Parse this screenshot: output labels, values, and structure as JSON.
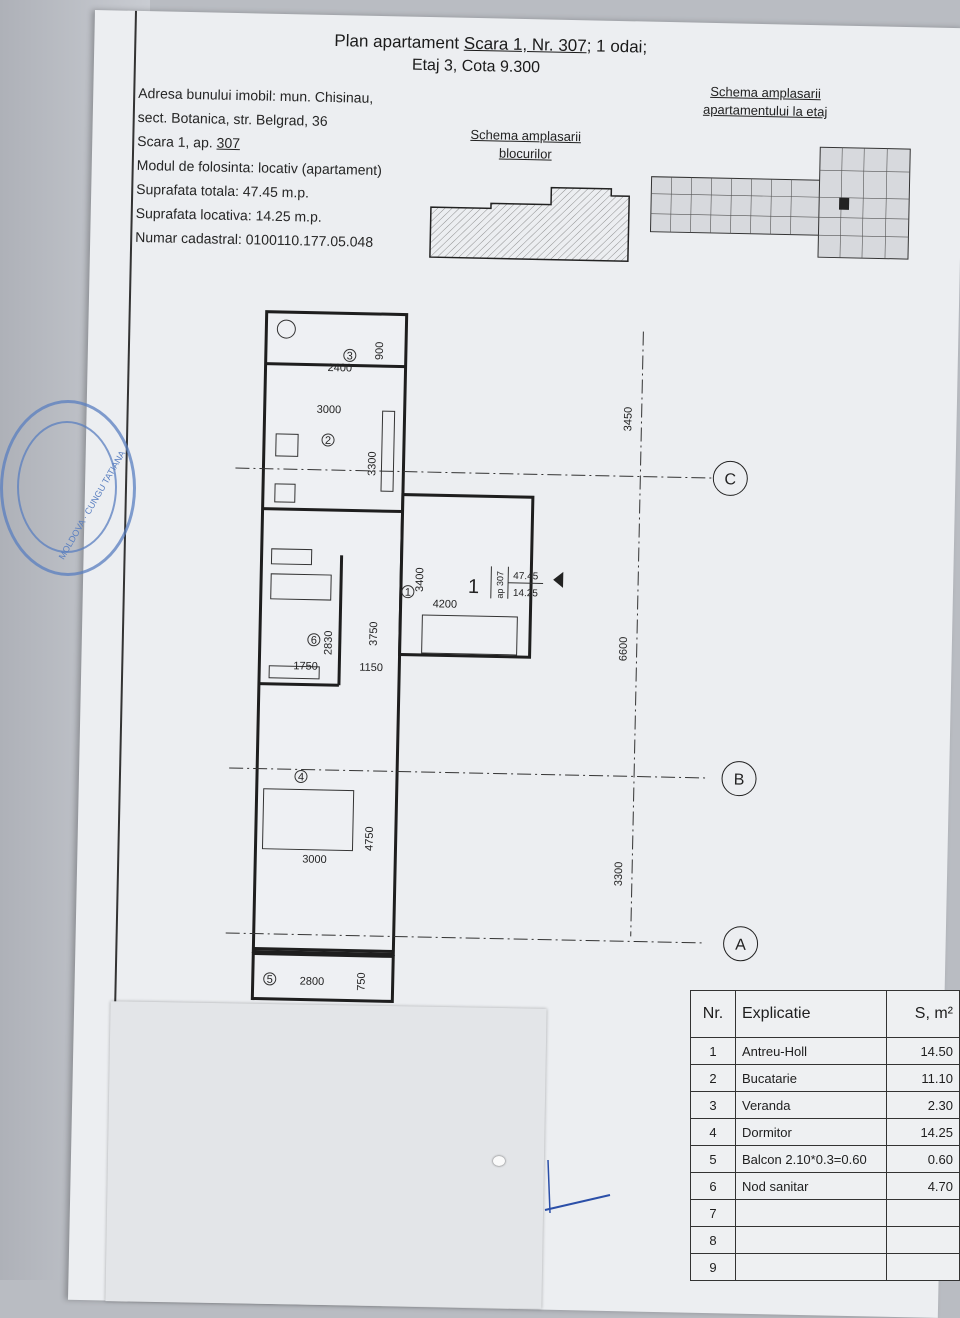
{
  "header": {
    "title_prefix": "Plan apartament",
    "title_detail": "Scara 1, Nr. 307",
    "title_suffix": "; 1 odai;",
    "subtitle": "Etaj 3, Cota 9.300"
  },
  "info": {
    "line1": "Adresa bunului imobil: mun. Chisinau,",
    "line2": "sect. Botanica, str. Belgrad, 36",
    "line3_prefix": "Scara 1, ap.",
    "line3_value": "307",
    "line4": "Modul de folosinta: locativ (apartament)",
    "line5": "Suprafata totala: 47.45 m.p.",
    "line6": "Suprafata locativa: 14.25 m.p.",
    "line7": "Numar cadastral: 0100110.177.05.048"
  },
  "schemes": {
    "blocks_line1": "Schema amplasarii",
    "blocks_line2": "blocurilor",
    "floor_line1": "Schema amplasarii",
    "floor_line2": "apartamentului la etaj"
  },
  "plan": {
    "dims": {
      "d2400": "2400",
      "d900": "900",
      "d3000a": "3000",
      "d3300a": "3300",
      "d3450": "3450",
      "d3400": "3400",
      "d4200": "4200",
      "d3750": "3750",
      "d6600": "6600",
      "d2830": "2830",
      "d1750": "1750",
      "d1150": "1150",
      "d4750": "4750",
      "d3000b": "3000",
      "d3300b": "3300",
      "d2800": "2800",
      "d750": "750"
    },
    "rooms": {
      "r1": "1",
      "r2": "2",
      "r3": "3",
      "r4": "4",
      "r5": "5",
      "r6": "6"
    },
    "axes": {
      "c": "C",
      "b": "B",
      "a": "A"
    },
    "badge": {
      "num": "1",
      "ap": "ap 307",
      "total": "47.45",
      "living": "14.25"
    }
  },
  "stamp": {
    "text": "MOLDOVA · CUNGU TATIANA"
  },
  "legend": {
    "headers": {
      "nr": "Nr.",
      "explicatie": "Explicatie",
      "s": "S, m²"
    },
    "rows": [
      {
        "nr": "1",
        "name": "Antreu-Holl",
        "s": "14.50"
      },
      {
        "nr": "2",
        "name": "Bucatarie",
        "s": "11.10"
      },
      {
        "nr": "3",
        "name": "Veranda",
        "s": "2.30"
      },
      {
        "nr": "4",
        "name": "Dormitor",
        "s": "14.25"
      },
      {
        "nr": "5",
        "name": "Balcon 2.10*0.3=0.60",
        "s": "0.60"
      },
      {
        "nr": "6",
        "name": "Nod sanitar",
        "s": "4.70"
      },
      {
        "nr": "7",
        "name": "",
        "s": ""
      },
      {
        "nr": "8",
        "name": "",
        "s": ""
      },
      {
        "nr": "9",
        "name": "",
        "s": ""
      }
    ]
  }
}
